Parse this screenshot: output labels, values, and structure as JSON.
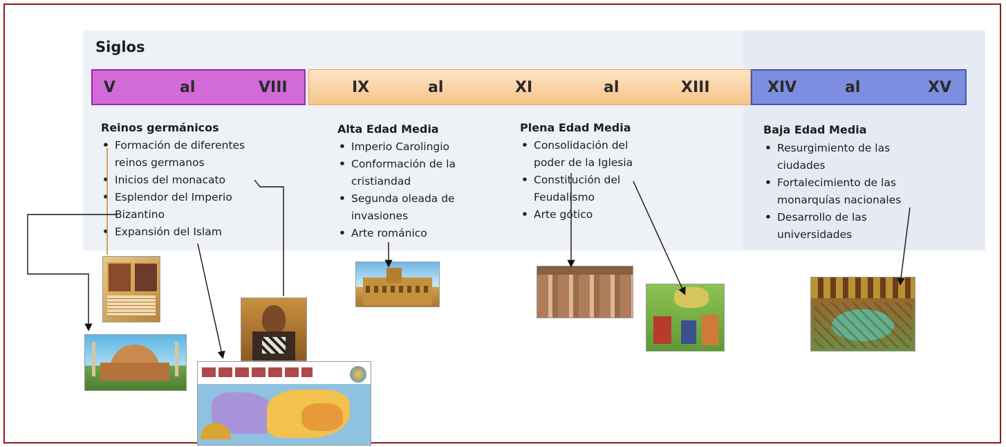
{
  "title": "Siglos",
  "timeline": [
    {
      "start": "V",
      "mid": "al",
      "end": "VIII",
      "color": "#d26ad7"
    },
    {
      "start": "IX",
      "mid": "al",
      "mid2": "XI",
      "mid3": "al",
      "end": "XIII",
      "color": "#f7c48a"
    },
    {
      "start": "XIV",
      "mid": "al",
      "end": "XV",
      "color": "#7d8ee0"
    }
  ],
  "columns": [
    {
      "heading": "Reinos germánicos",
      "items": [
        "Formación de diferentes reinos germanos",
        "Inicios del monacato",
        "Esplendor del Imperio Bizantino",
        "Expansión del Islam"
      ]
    },
    {
      "heading": "Alta Edad Media",
      "items": [
        "Imperio Carolingio",
        "Conformación de la cristiandad",
        "Segunda oleada de invasiones",
        "Arte románico"
      ]
    },
    {
      "heading": "Plena Edad Media",
      "items": [
        "Consolidación del poder de la Iglesia",
        "Constitución del Feudalismo",
        "Arte gótico"
      ]
    },
    {
      "heading": "Baja Edad Media",
      "items": [
        "Resurgimiento de las ciudades",
        "Fortalecimiento de las monarquías nacionales",
        "Desarrollo de las universidades"
      ]
    }
  ],
  "images": [
    {
      "name": "manuscript-image"
    },
    {
      "name": "hagia-sophia-image"
    },
    {
      "name": "monk-portrait-image"
    },
    {
      "name": "islam-map-image"
    },
    {
      "name": "romanesque-church-image"
    },
    {
      "name": "gothic-statues-image"
    },
    {
      "name": "feudal-scene-image"
    },
    {
      "name": "university-scene-image"
    }
  ]
}
